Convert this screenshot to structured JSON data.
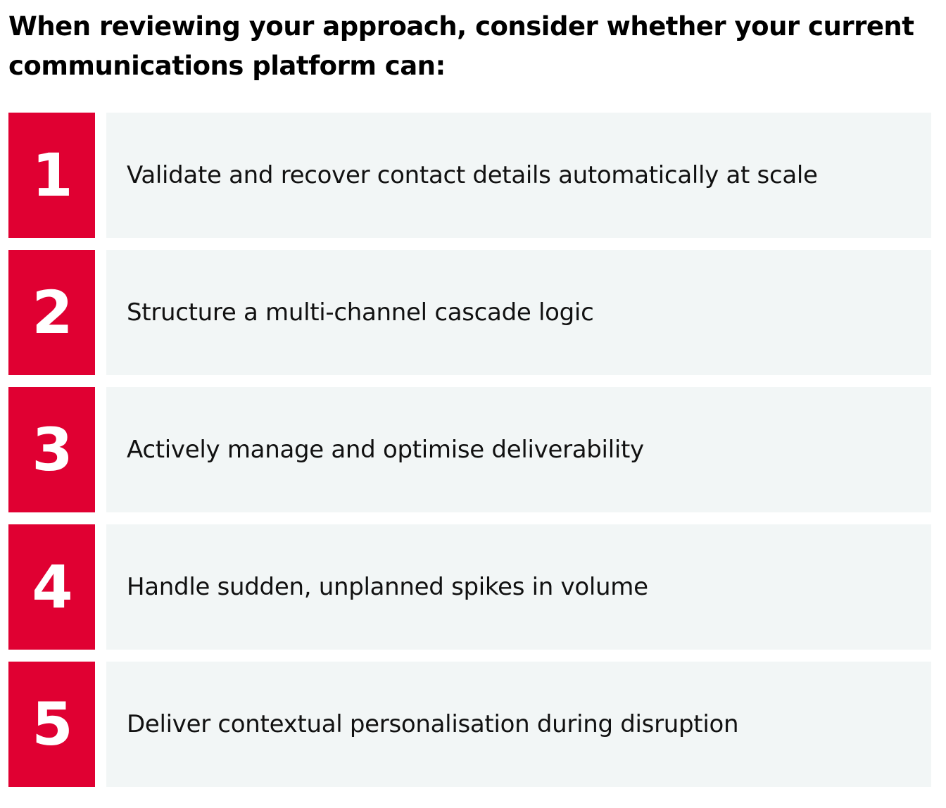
{
  "heading": "When reviewing your approach, consider whether your current communications platform can:",
  "colors": {
    "accent": "#e00032",
    "row_background": "#f2f6f6"
  },
  "items": [
    {
      "number": "1",
      "text": "Validate and recover contact details automatically at scale"
    },
    {
      "number": "2",
      "text": "Structure a multi-channel cascade logic"
    },
    {
      "number": "3",
      "text": "Actively manage and optimise deliverability"
    },
    {
      "number": "4",
      "text": "Handle sudden, unplanned spikes in volume"
    },
    {
      "number": "5",
      "text": "Deliver contextual personalisation during disruption"
    }
  ]
}
